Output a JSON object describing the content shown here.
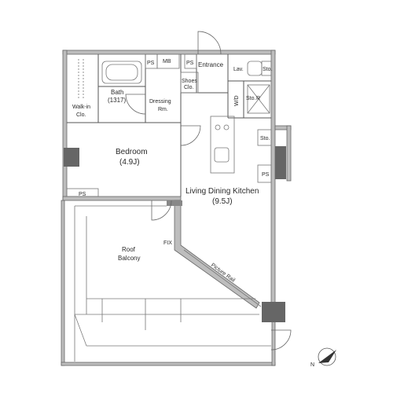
{
  "rooms": {
    "bedroom_name": "Bedroom",
    "bedroom_size": "(4.9J)",
    "ldk_name": "Living Dining Kitchen",
    "ldk_size": "(9.5J)",
    "bath_name": "Bath",
    "bath_size": "(1317)",
    "dressing_line1": "Dressing",
    "dressing_line2": "Rm.",
    "walkin_line1": "Walk-in",
    "walkin_line2": "Clo.",
    "balcony_line1": "Roof",
    "balcony_line2": "Balcony",
    "entrance": "Entrance"
  },
  "labels": {
    "ps_top_left": "PS",
    "mb": "MB",
    "ps_top_right": "PS",
    "shoes_line1": "Shoes",
    "shoes_line2": "Clo.",
    "lav": "Lav.",
    "sto_top": "Sto.",
    "wd": "W/D",
    "sto_mid": "Sto.",
    "r": "R",
    "sto_right": "Sto.",
    "ps_right": "PS",
    "ps_bedroom": "PS",
    "fix": "FIX",
    "picture_rail": "Picture Rail"
  },
  "compass": {
    "letter": "N"
  },
  "colors": {
    "wall_fill": "#bdbdbd",
    "pillar_fill": "#666666",
    "line": "#555555"
  }
}
